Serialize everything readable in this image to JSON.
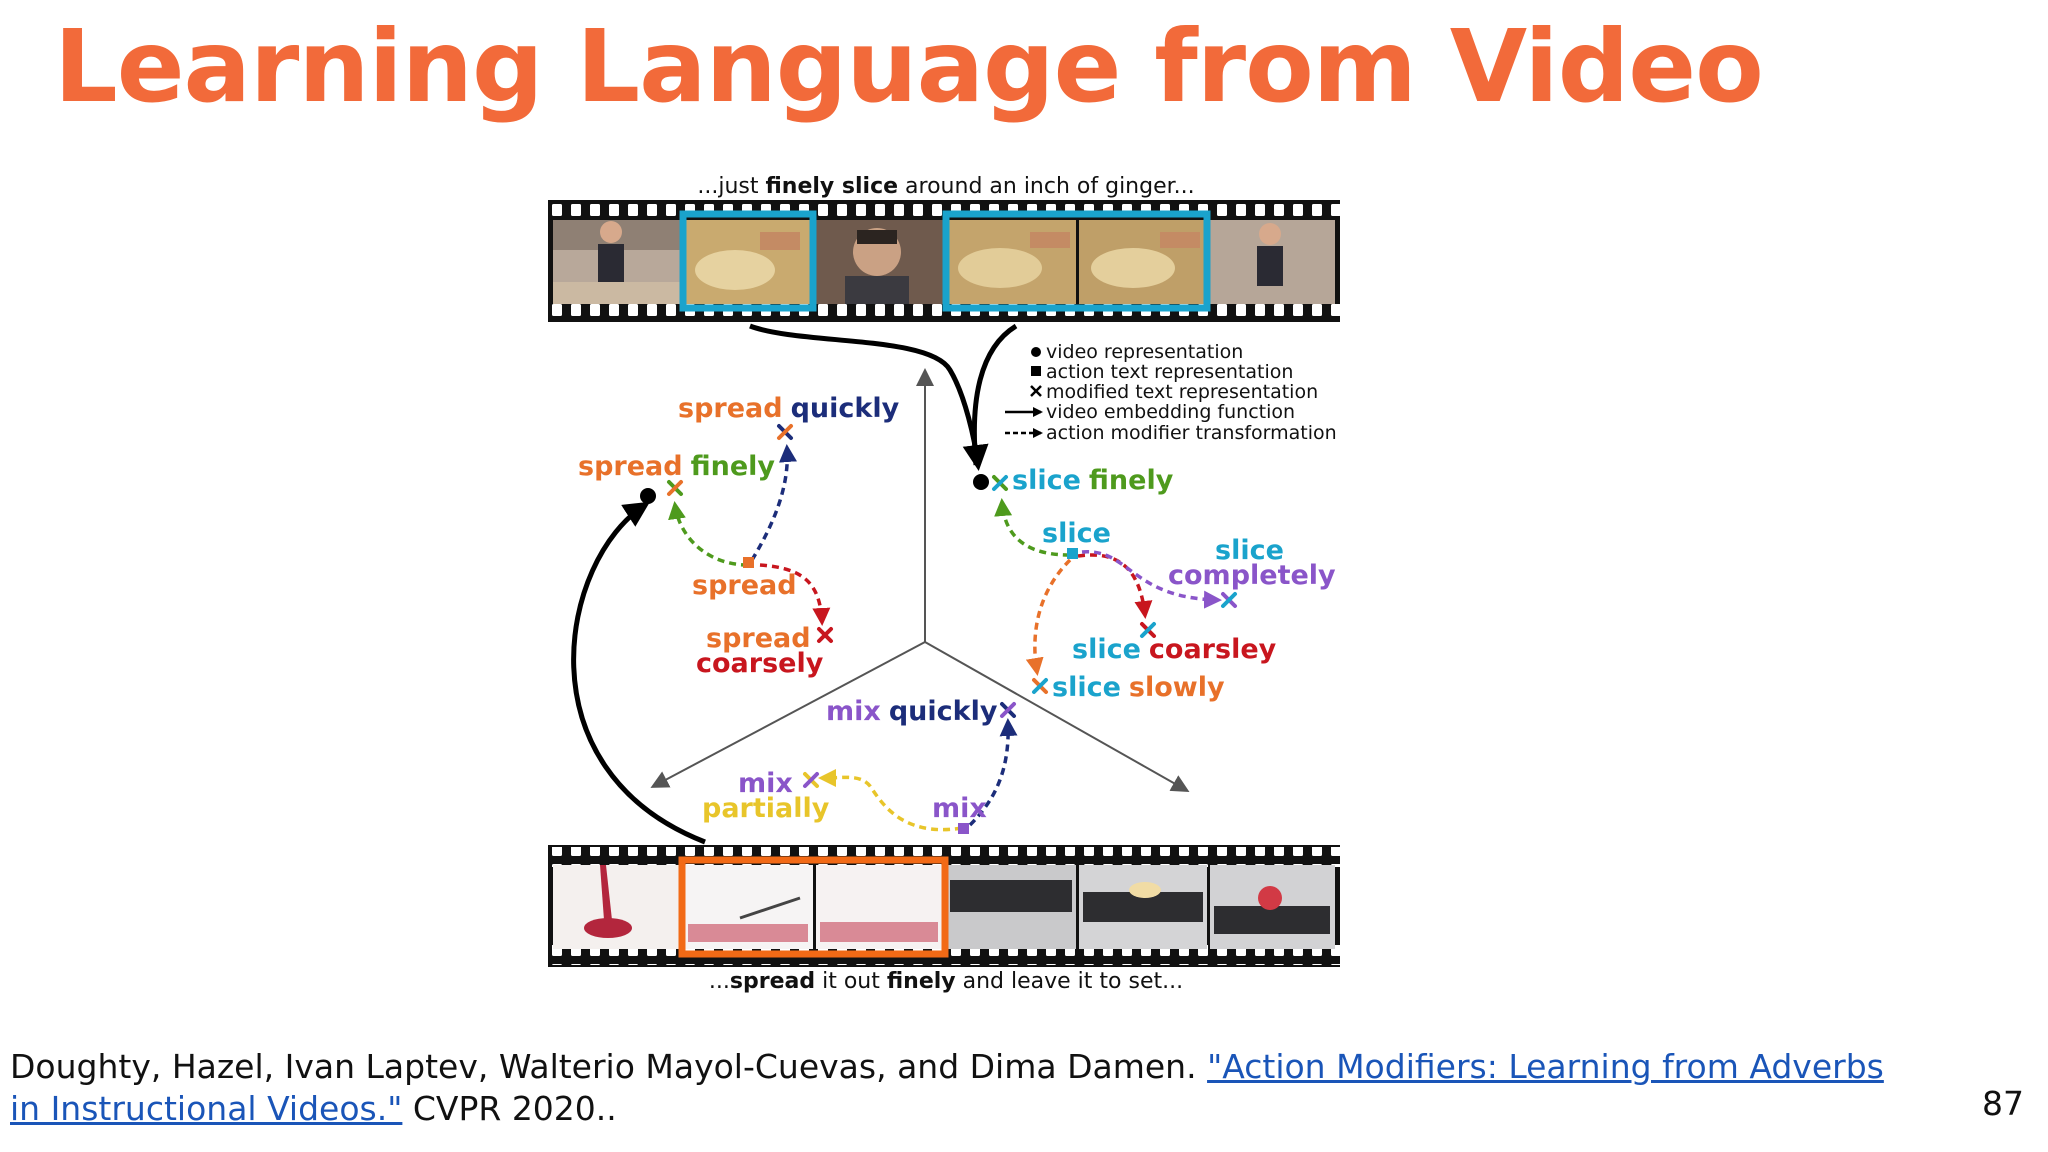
{
  "slide": {
    "title": "Learning Language from Video",
    "page_number": "87"
  },
  "figure": {
    "caption_top": {
      "pre": "...just ",
      "bold": "finely slice",
      "post": " around an inch of ginger..."
    },
    "caption_bottom": {
      "pre": "...",
      "bold1": "spread",
      "mid": " it out ",
      "bold2": "finely",
      "post": " and leave it to set..."
    },
    "legend": [
      "video representation",
      "action text representation",
      "modified text representation",
      "video embedding function",
      "action modifier transformation"
    ],
    "labels": {
      "spread_quickly_a": "spread",
      "spread_quickly_b": "quickly",
      "spread_finely_a": "spread",
      "spread_finely_b": "finely",
      "spread": "spread",
      "spread_coarsely_a": "spread",
      "spread_coarsely_b": "coarsely",
      "slice_finely_a": "slice",
      "slice_finely_b": "finely",
      "slice": "slice",
      "slice_completely_a": "slice",
      "slice_completely_b": "completely",
      "slice_coarsley_a": "slice",
      "slice_coarsley_b": "coarsley",
      "slice_slowly_a": "slice",
      "slice_slowly_b": "slowly",
      "mix_quickly_a": "mix",
      "mix_quickly_b": "quickly",
      "mix_partially_a": "mix",
      "mix_partially_b": "partially",
      "mix": "mix"
    },
    "colors": {
      "orange": "#e8712a",
      "navy": "#1c2d7a",
      "green": "#4e9a1d",
      "red": "#c8161e",
      "cyan": "#1aa3cc",
      "purple": "#8a55c9",
      "yellow": "#e8c52a",
      "highlight_blue": "#1aa3cc",
      "highlight_orange": "#f26a16"
    }
  },
  "reference": {
    "authors": "Doughty, Hazel, Ivan Laptev, Walterio Mayol-Cuevas, and Dima Damen. ",
    "link_text": "\"Action Modifiers: Learning from Adverbs in Instructional Videos.\"",
    "venue": " CVPR 2020.."
  }
}
